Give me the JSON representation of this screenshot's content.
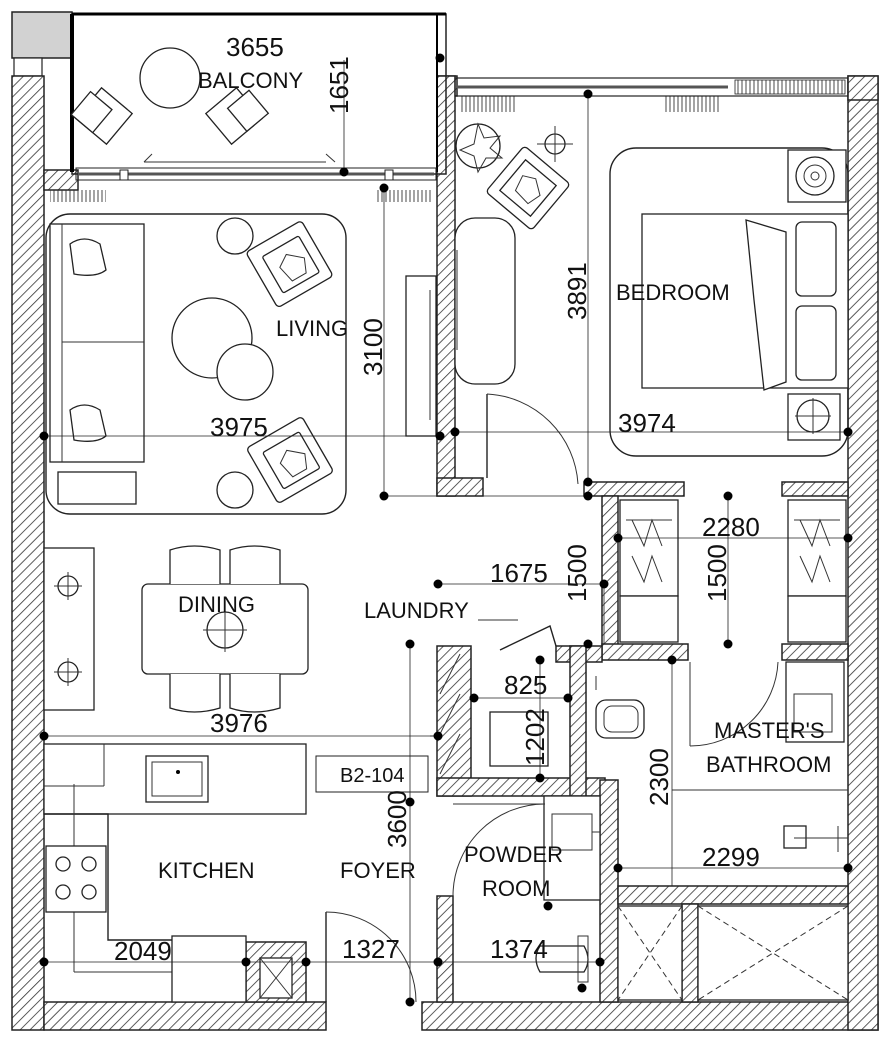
{
  "rooms": {
    "balcony": "BALCONY",
    "living": "LIVING",
    "bedroom": "BEDROOM",
    "dining": "DINING",
    "laundry": "LAUNDRY",
    "masters_bathroom_1": "MASTER'S",
    "masters_bathroom_2": "BATHROOM",
    "kitchen": "KITCHEN",
    "foyer": "FOYER",
    "powder_room_1": "POWDER",
    "powder_room_2": "ROOM",
    "unit_code": "B2-104"
  },
  "dimensions": {
    "balcony_width": "3655",
    "balcony_depth": "1651",
    "living_depth": "3100",
    "living_width": "3975",
    "bedroom_depth": "3891",
    "bedroom_width": "3974",
    "wardrobe_width": "2280",
    "wardrobe_depth_left": "1500",
    "wardrobe_depth_right": "1500",
    "laundry_width": "1675",
    "dining_width": "3976",
    "laundry_inner_width": "825",
    "laundry_depth": "1202",
    "bath_depth": "2300",
    "bath_width": "2299",
    "foyer_depth": "3600",
    "kitchen_width": "2049",
    "foyer_width": "1327",
    "powder_width": "1374"
  }
}
